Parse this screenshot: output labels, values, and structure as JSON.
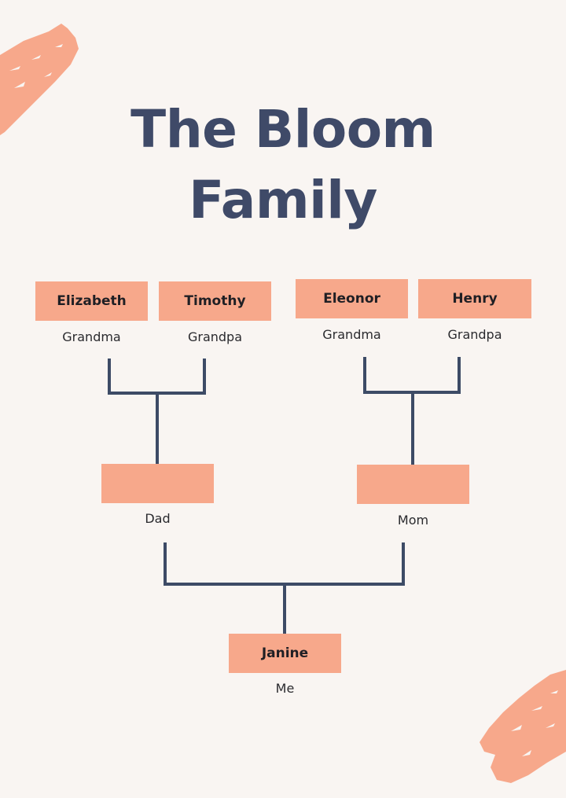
{
  "title": {
    "line1": "The Bloom",
    "line2": "Family"
  },
  "colors": {
    "background": "#f9f5f2",
    "box_fill": "#f7a88b",
    "connector": "#3d4b66",
    "title": "#3f4a68",
    "brush": "#f7a88b"
  },
  "members": {
    "grandma_paternal": {
      "name": "Elizabeth",
      "role": "Grandma"
    },
    "grandpa_paternal": {
      "name": "Timothy",
      "role": "Grandpa"
    },
    "grandma_maternal": {
      "name": "Eleonor",
      "role": "Grandma"
    },
    "grandpa_maternal": {
      "name": "Henry",
      "role": "Grandpa"
    },
    "dad": {
      "name": "",
      "role": "Dad"
    },
    "mom": {
      "name": "",
      "role": "Mom"
    },
    "me": {
      "name": "Janine",
      "role": "Me"
    }
  }
}
